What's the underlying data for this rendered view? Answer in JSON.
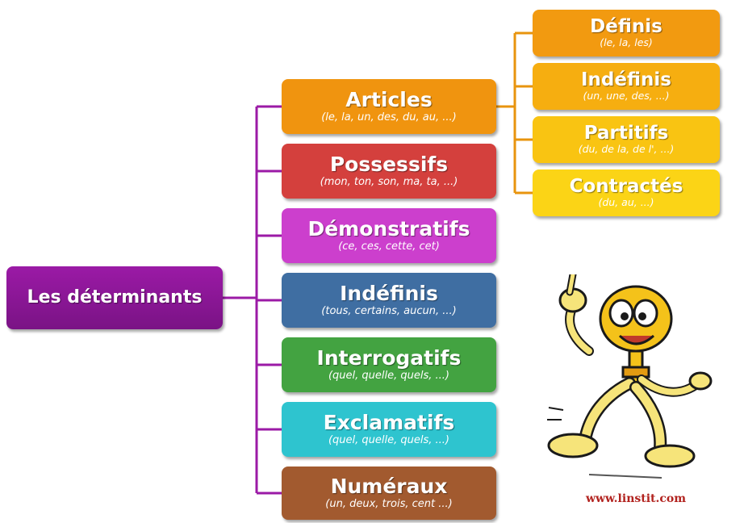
{
  "root": {
    "title": "Les déterminants",
    "color": "#9b1aa6"
  },
  "categories": [
    {
      "title": "Articles",
      "examples": "(le, la, un, des, du, au, ...)",
      "color": "#f0940f"
    },
    {
      "title": "Possessifs",
      "examples": "(mon, ton, son, ma, ta, ...)",
      "color": "#d4403d"
    },
    {
      "title": "Démonstratifs",
      "examples": "(ce, ces, cette, cet)",
      "color": "#cc3fcd"
    },
    {
      "title": "Indéfinis",
      "examples": "(tous, certains, aucun, ...)",
      "color": "#3f6ea2"
    },
    {
      "title": "Interrogatifs",
      "examples": "(quel, quelle, quels, ...)",
      "color": "#43a341"
    },
    {
      "title": "Exclamatifs",
      "examples": "(quel, quelle, quels, ...)",
      "color": "#2ec4cf"
    },
    {
      "title": "Numéraux",
      "examples": "(un, deux, trois, cent ...)",
      "color": "#a25a2f"
    }
  ],
  "article_types": [
    {
      "title": "Définis",
      "examples": "(le, la, les)",
      "color": "#f29a10"
    },
    {
      "title": "Indéfinis",
      "examples": "(un, une, des, ...)",
      "color": "#f6ae10"
    },
    {
      "title": "Partitifs",
      "examples": "(du, de la, de l', ...)",
      "color": "#f9c412"
    },
    {
      "title": "Contractés",
      "examples": "(du, au, ...)",
      "color": "#fbd416"
    }
  ],
  "connector_color": "#9b1aa6",
  "article_connector_color": "#e8940e",
  "website": "www.linstit.com"
}
